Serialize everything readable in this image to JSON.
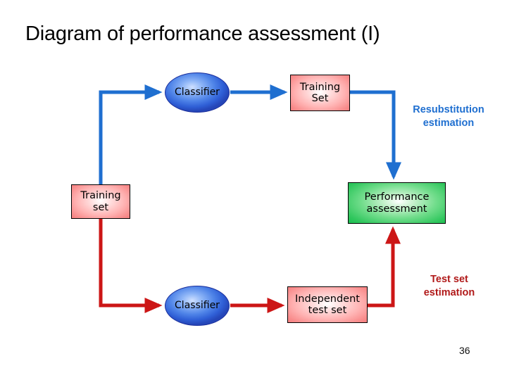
{
  "slide": {
    "title": "Diagram of performance assessment (I)",
    "page_number": "36",
    "background_color": "#ffffff"
  },
  "colors": {
    "flow_blue": "#1f6fd0",
    "flow_red": "#cc1616",
    "label_blue": "#1f6fd0",
    "label_red": "#b11a1a",
    "node_blue_border": "#1b2f9c",
    "node_pink_fill": "#ffb3b3",
    "node_green_fill": "#31c75e",
    "node_border": "#000000",
    "title_color": "#000000"
  },
  "nodes": [
    {
      "id": "classifier-top",
      "label": "Classifier",
      "shape": "ellipse",
      "fill": "blue"
    },
    {
      "id": "training-set",
      "label": "Training\nSet",
      "shape": "rect",
      "fill": "pink"
    },
    {
      "id": "training-set-left",
      "label": "Training\nset",
      "shape": "rect",
      "fill": "pink"
    },
    {
      "id": "performance",
      "label": "Performance\nassessment",
      "shape": "rect",
      "fill": "green"
    },
    {
      "id": "classifier-bottom",
      "label": "Classifier",
      "shape": "ellipse",
      "fill": "blue"
    },
    {
      "id": "independent",
      "label": "Independent\ntest set",
      "shape": "rect",
      "fill": "pink"
    }
  ],
  "node_labels": {
    "classifier_top": "Classifier",
    "training_set_line1": "Training",
    "training_set_line2": "Set",
    "training_set_left_line1": "Training",
    "training_set_left_line2": "set",
    "performance_line1": "Performance",
    "performance_line2": "assessment",
    "classifier_bottom": "Classifier",
    "independent_line1": "Independent",
    "independent_line2": "test set"
  },
  "annotations": {
    "resubstitution_line1": "Resubstitution",
    "resubstitution_line2": "estimation",
    "testset_line1": "Test set",
    "testset_line2": "estimation"
  },
  "edges": [
    {
      "id": "edge-trainingsetleft-to-classifiertop",
      "from": "training-set-left",
      "to": "classifier-top",
      "color": "blue",
      "route": "up-then-right"
    },
    {
      "id": "edge-classifiertop-to-trainingset",
      "from": "classifier-top",
      "to": "training-set",
      "color": "blue",
      "route": "right"
    },
    {
      "id": "edge-trainingset-to-performance",
      "from": "training-set",
      "to": "performance",
      "color": "blue",
      "route": "right-then-down"
    },
    {
      "id": "edge-trainingsetleft-to-classifierbot",
      "from": "training-set-left",
      "to": "classifier-bottom",
      "color": "red",
      "route": "down-then-right"
    },
    {
      "id": "edge-classifierbot-to-independent",
      "from": "classifier-bottom",
      "to": "independent",
      "color": "red",
      "route": "right"
    },
    {
      "id": "edge-independent-to-performance",
      "from": "independent",
      "to": "performance",
      "color": "red",
      "route": "right-then-up"
    }
  ]
}
